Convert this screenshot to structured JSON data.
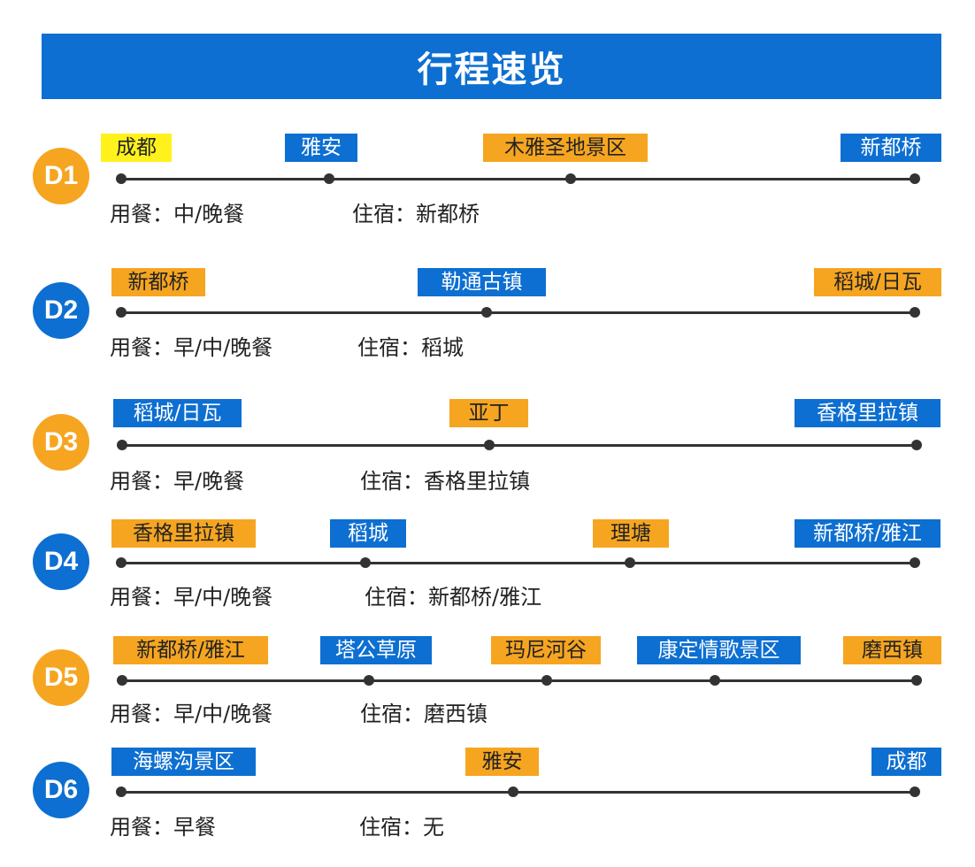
{
  "title": "行程速览",
  "colors": {
    "blue": "#0d6fd1",
    "orange": "#f6a521",
    "yellow": "#fff21c",
    "line": "#333333"
  },
  "days": [
    {
      "label": "D1",
      "badge_color": "#f6a521",
      "stops": [
        {
          "name": "成都",
          "color": "yellow"
        },
        {
          "name": "雅安",
          "color": "blue"
        },
        {
          "name": "木雅圣地景区",
          "color": "orange"
        },
        {
          "name": "新都桥",
          "color": "blue"
        }
      ],
      "meals": "用餐：中/晚餐",
      "stay": "住宿：新都桥"
    },
    {
      "label": "D2",
      "badge_color": "#0d6fd1",
      "stops": [
        {
          "name": "新都桥",
          "color": "orange"
        },
        {
          "name": "勒通古镇",
          "color": "blue"
        },
        {
          "name": "稻城/日瓦",
          "color": "orange"
        }
      ],
      "meals": "用餐：早/中/晚餐",
      "stay": "住宿：稻城"
    },
    {
      "label": "D3",
      "badge_color": "#f6a521",
      "stops": [
        {
          "name": "稻城/日瓦",
          "color": "blue"
        },
        {
          "name": "亚丁",
          "color": "orange"
        },
        {
          "name": "香格里拉镇",
          "color": "blue"
        }
      ],
      "meals": "用餐：早/晚餐",
      "stay": "住宿：香格里拉镇"
    },
    {
      "label": "D4",
      "badge_color": "#0d6fd1",
      "stops": [
        {
          "name": "香格里拉镇",
          "color": "orange"
        },
        {
          "name": "稻城",
          "color": "blue"
        },
        {
          "name": "理塘",
          "color": "orange"
        },
        {
          "name": "新都桥/雅江",
          "color": "blue"
        }
      ],
      "meals": "用餐：早/中/晚餐",
      "stay": "住宿：新都桥/雅江"
    },
    {
      "label": "D5",
      "badge_color": "#f6a521",
      "stops": [
        {
          "name": "新都桥/雅江",
          "color": "orange"
        },
        {
          "name": "塔公草原",
          "color": "blue"
        },
        {
          "name": "玛尼河谷",
          "color": "orange"
        },
        {
          "name": "康定情歌景区",
          "color": "blue"
        },
        {
          "name": "磨西镇",
          "color": "orange"
        }
      ],
      "meals": "用餐：早/中/晚餐",
      "stay": "住宿：磨西镇"
    },
    {
      "label": "D6",
      "badge_color": "#0d6fd1",
      "stops": [
        {
          "name": "海螺沟景区",
          "color": "blue"
        },
        {
          "name": "雅安",
          "color": "orange"
        },
        {
          "name": "成都",
          "color": "blue"
        }
      ],
      "meals": "用餐：早餐",
      "stay": "住宿：无"
    }
  ]
}
